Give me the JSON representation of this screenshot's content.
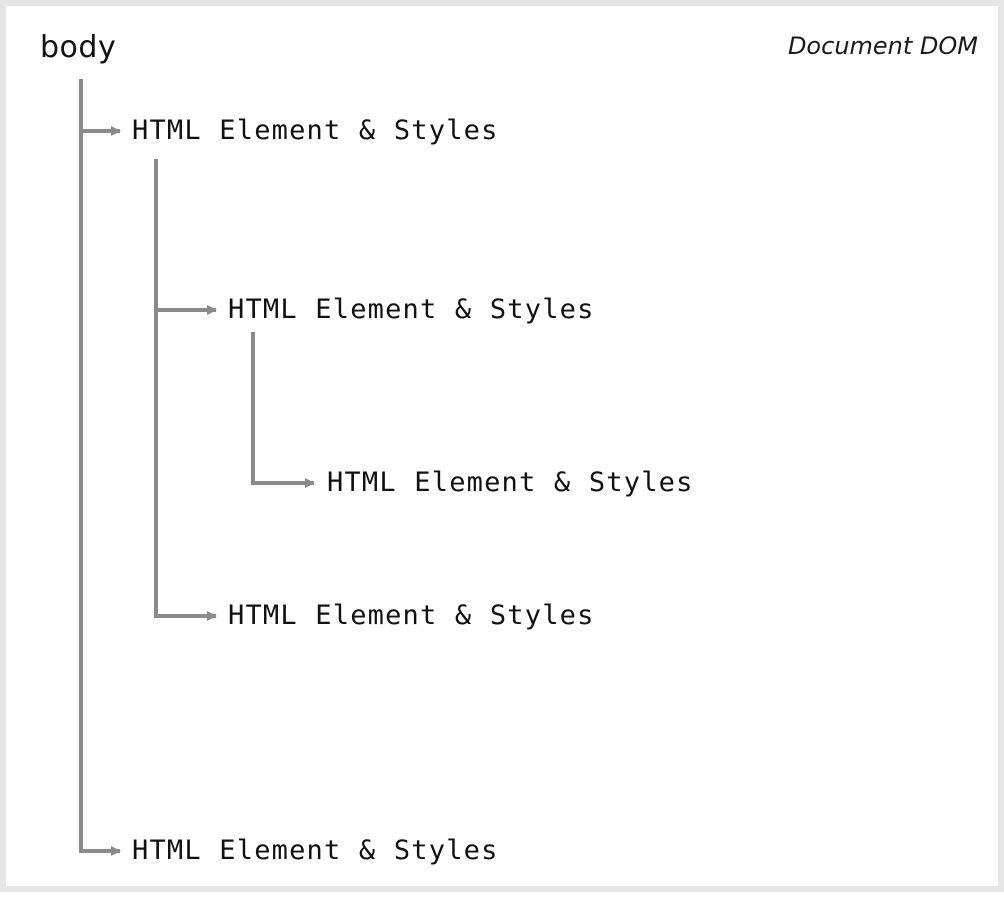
{
  "diagram": {
    "caption": "Document DOM",
    "root": {
      "label": "body"
    },
    "nodes": [
      {
        "label": "HTML Element & Styles",
        "depth": 1,
        "parent": "root"
      },
      {
        "label": "HTML Element & Styles",
        "depth": 2,
        "parent": 0
      },
      {
        "label": "HTML Element & Styles",
        "depth": 3,
        "parent": 1
      },
      {
        "label": "HTML Element & Styles",
        "depth": 2,
        "parent": 0
      },
      {
        "label": "HTML Element & Styles",
        "depth": 1,
        "parent": "root"
      }
    ],
    "colors": {
      "connector": "#8a8a8a",
      "text": "#111111",
      "frame": "#e6e6e6"
    }
  }
}
